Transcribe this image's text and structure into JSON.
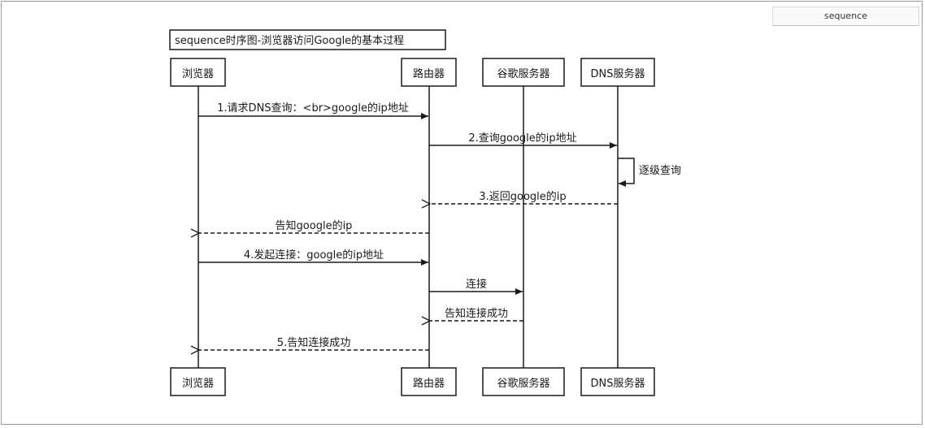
{
  "tab": {
    "label": "sequence"
  },
  "diagram": {
    "title": "sequence时序图-浏览器访问Google的基本过程",
    "participants": [
      {
        "id": "browser",
        "label": "浏览器"
      },
      {
        "id": "router",
        "label": "路由器"
      },
      {
        "id": "google",
        "label": "谷歌服务器"
      },
      {
        "id": "dns",
        "label": "DNS服务器"
      }
    ],
    "messages": [
      {
        "from": "browser",
        "to": "router",
        "label": "1.请求DNS查询：<br>google的ip地址",
        "style": "solid"
      },
      {
        "from": "router",
        "to": "dns",
        "label": "2.查询google的ip地址",
        "style": "solid"
      },
      {
        "from": "dns",
        "to": "dns",
        "label": "逐级查询",
        "style": "self"
      },
      {
        "from": "dns",
        "to": "router",
        "label": "3.返回google的ip",
        "style": "dashed"
      },
      {
        "from": "router",
        "to": "browser",
        "label": "告知google的ip",
        "style": "dashed"
      },
      {
        "from": "browser",
        "to": "router",
        "label": "4.发起连接：google的ip地址",
        "style": "solid"
      },
      {
        "from": "router",
        "to": "google",
        "label": "连接",
        "style": "solid"
      },
      {
        "from": "google",
        "to": "router",
        "label": "告知连接成功",
        "style": "dashed"
      },
      {
        "from": "router",
        "to": "browser",
        "label": "5.告知连接成功",
        "style": "dashed"
      }
    ]
  }
}
